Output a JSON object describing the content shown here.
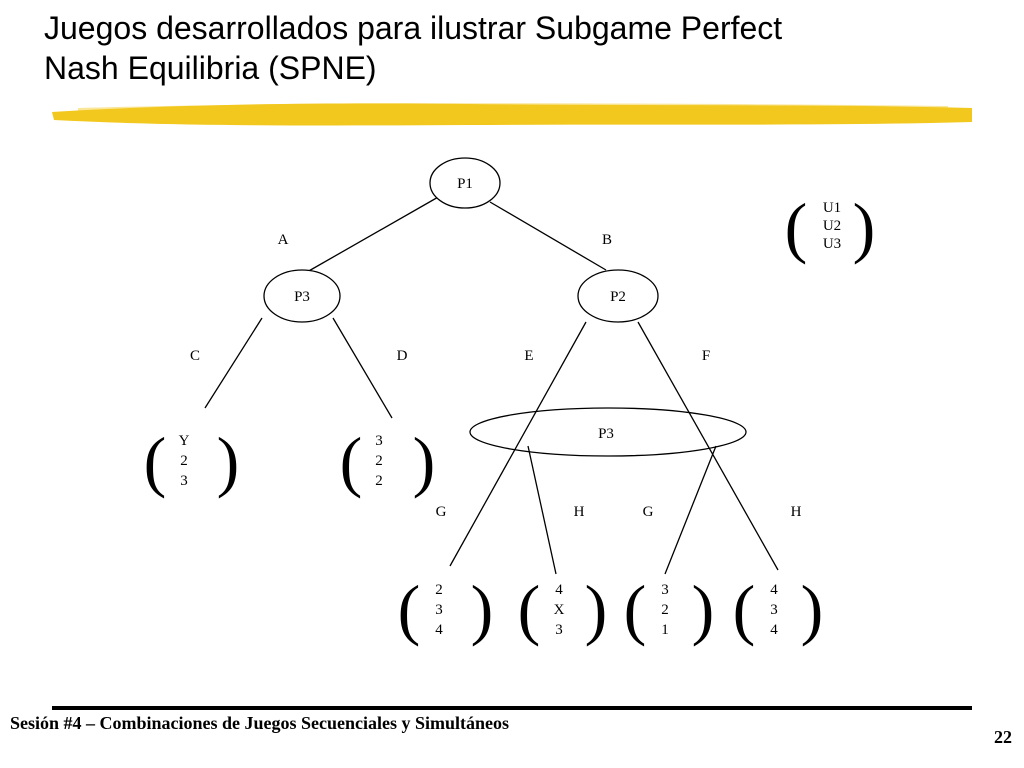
{
  "slide": {
    "title_line1": "Juegos desarrollados para ilustrar Subgame Perfect",
    "title_line2": "Nash Equilibria (SPNE)",
    "accent_color": "#f2c81e",
    "footer": "Sesión #4 – Combinaciones de Juegos Secuenciales y Simultáneos",
    "page_number": "22"
  },
  "tree": {
    "nodes": {
      "root": "P1",
      "left": "P3",
      "right": "P2",
      "info_set": "P3"
    },
    "branches": {
      "a": "A",
      "b": "B",
      "c": "C",
      "d": "D",
      "e": "E",
      "f": "F",
      "g1": "G",
      "h1": "H",
      "g2": "G",
      "h2": "H"
    },
    "legend": [
      "U1",
      "U2",
      "U3"
    ],
    "payoffs": [
      [
        "Y",
        "2",
        "3"
      ],
      [
        "3",
        "2",
        "2"
      ],
      [
        "2",
        "3",
        "4"
      ],
      [
        "4",
        "X",
        "3"
      ],
      [
        "3",
        "2",
        "1"
      ],
      [
        "4",
        "3",
        "4"
      ]
    ]
  }
}
